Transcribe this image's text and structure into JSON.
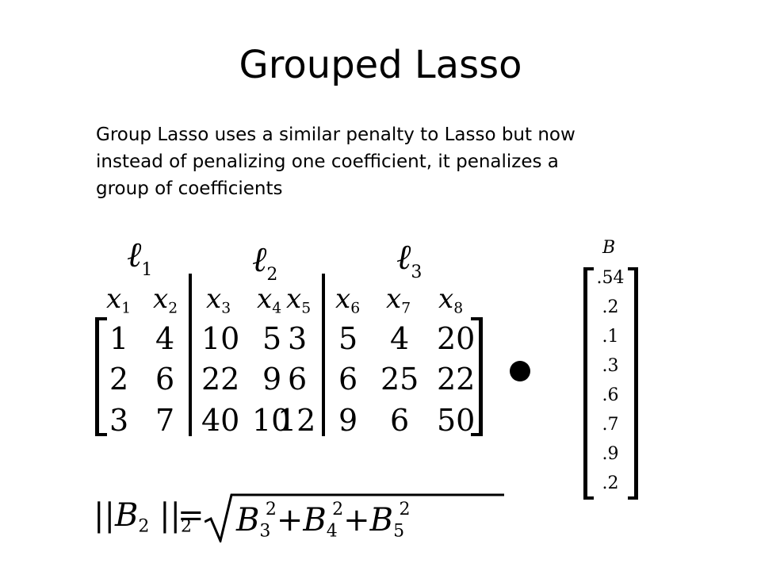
{
  "slide": {
    "title": "Grouped Lasso",
    "body_lines": [
      "Group Lasso uses a similar  penalty to Lasso but now",
      "instead of penalizing one coefficient, it penalizes a",
      "group of coefficients"
    ]
  },
  "groups": [
    {
      "symbol": "ℓ",
      "sub": "1"
    },
    {
      "symbol": "ℓ",
      "sub": "2"
    },
    {
      "symbol": "ℓ",
      "sub": "3"
    }
  ],
  "columns": [
    {
      "symbol": "x",
      "sub": "1"
    },
    {
      "symbol": "x",
      "sub": "2"
    },
    {
      "symbol": "x",
      "sub": "3"
    },
    {
      "symbol": "x",
      "sub": "4"
    },
    {
      "symbol": "x",
      "sub": "5"
    },
    {
      "symbol": "x",
      "sub": "6"
    },
    {
      "symbol": "x",
      "sub": "7"
    },
    {
      "symbol": "x",
      "sub": "8"
    }
  ],
  "matrix_rows": [
    [
      "1",
      "4",
      "10",
      "5",
      "3",
      "5",
      "4",
      "20"
    ],
    [
      "2",
      "6",
      "22",
      "9",
      "6",
      "6",
      "25",
      "22"
    ],
    [
      "3",
      "7",
      "40",
      "10",
      "12",
      "9",
      "6",
      "50"
    ]
  ],
  "coef_vector": {
    "label": "B",
    "values": [
      ".54",
      ".2",
      ".1",
      ".3",
      ".6",
      ".7",
      ".9",
      ".2"
    ]
  },
  "formula": {
    "lhs_open": "||",
    "lhs_symbol": "B",
    "lhs_sub": "2",
    "lhs_close": "||",
    "norm_sub": "2",
    "equals": "=",
    "terms": [
      {
        "symbol": "B",
        "sub": "3",
        "sup": "2"
      },
      {
        "symbol": "B",
        "sub": "4",
        "sup": "2"
      },
      {
        "symbol": "B",
        "sub": "5",
        "sup": "2"
      }
    ],
    "plus": "+"
  }
}
